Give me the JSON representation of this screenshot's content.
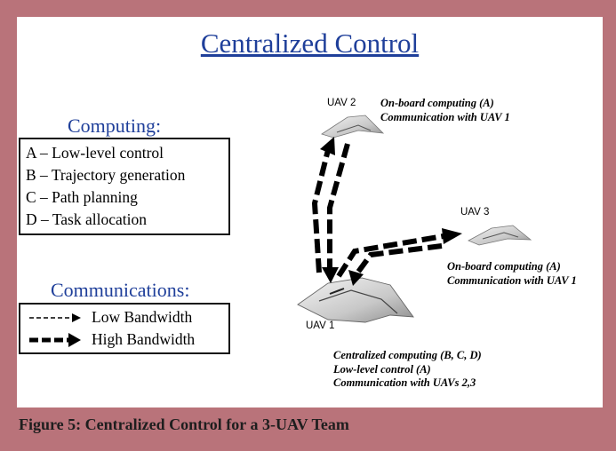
{
  "title": "Centralized Control",
  "computing": {
    "heading": "Computing:",
    "items": [
      "A – Low-level control",
      "B – Trajectory generation",
      "C – Path planning",
      "D – Task allocation"
    ]
  },
  "communications": {
    "heading": "Communications:",
    "legend": [
      {
        "label": "Low Bandwidth",
        "style": "dashed-thin"
      },
      {
        "label": "High Bandwidth",
        "style": "dashed-thick"
      }
    ]
  },
  "uavs": [
    {
      "name": "UAV 2",
      "notes": [
        "On-board computing (A)",
        "Communication with UAV 1"
      ]
    },
    {
      "name": "UAV 3",
      "notes": [
        "On-board computing (A)",
        "Communication with UAV 1"
      ]
    },
    {
      "name": "UAV 1",
      "notes": [
        "Centralized computing (B, C, D)",
        "Low-level control (A)",
        "Communication with UAVs 2,3"
      ]
    }
  ],
  "caption": "Figure 5: Centralized Control for a 3-UAV Team",
  "colors": {
    "frame": "#b9737a",
    "heading_blue": "#1f3f9a",
    "panel": "#ffffff"
  }
}
